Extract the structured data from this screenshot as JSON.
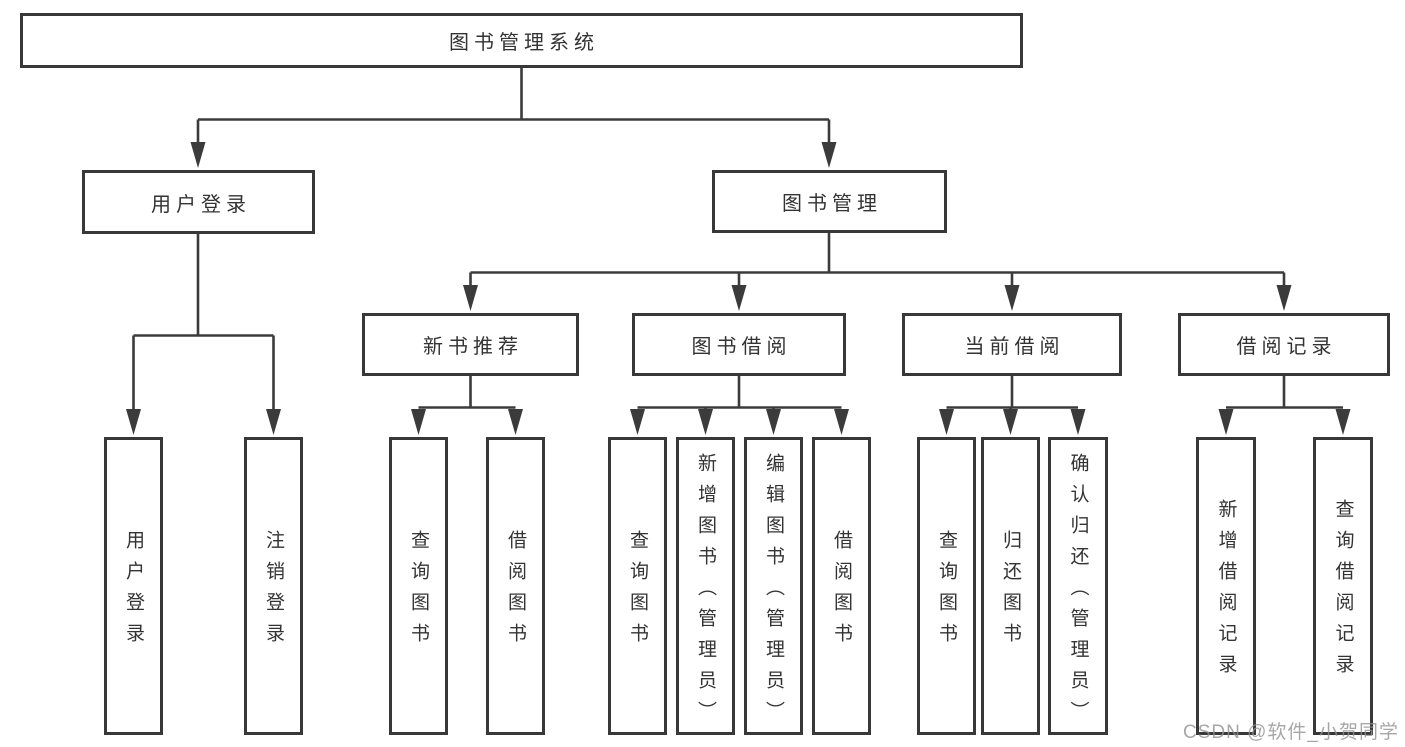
{
  "colors": {
    "line": "#3b3b3b",
    "box_border": "#383838",
    "text": "#333333",
    "background": "#ffffff",
    "watermark": "#919191"
  },
  "watermark": {
    "text": "CSDN @软件_小贺同学"
  },
  "tree": {
    "label": "图书管理系统",
    "children": [
      {
        "label": "用户登录",
        "children": [
          {
            "label": "用户登录"
          },
          {
            "label": "注销登录"
          }
        ]
      },
      {
        "label": "图书管理",
        "children": [
          {
            "label": "新书推荐",
            "children": [
              {
                "label": "查询图书"
              },
              {
                "label": "借阅图书"
              }
            ]
          },
          {
            "label": "图书借阅",
            "children": [
              {
                "label": "查询图书"
              },
              {
                "label": "新增图书（管理员）"
              },
              {
                "label": "编辑图书（管理员）"
              },
              {
                "label": "借阅图书"
              }
            ]
          },
          {
            "label": "当前借阅",
            "children": [
              {
                "label": "查询图书"
              },
              {
                "label": "归还图书"
              },
              {
                "label": "确认归还（管理员）"
              }
            ]
          },
          {
            "label": "借阅记录",
            "children": [
              {
                "label": "新增借阅记录"
              },
              {
                "label": "查询借阅记录"
              }
            ]
          }
        ]
      }
    ]
  }
}
